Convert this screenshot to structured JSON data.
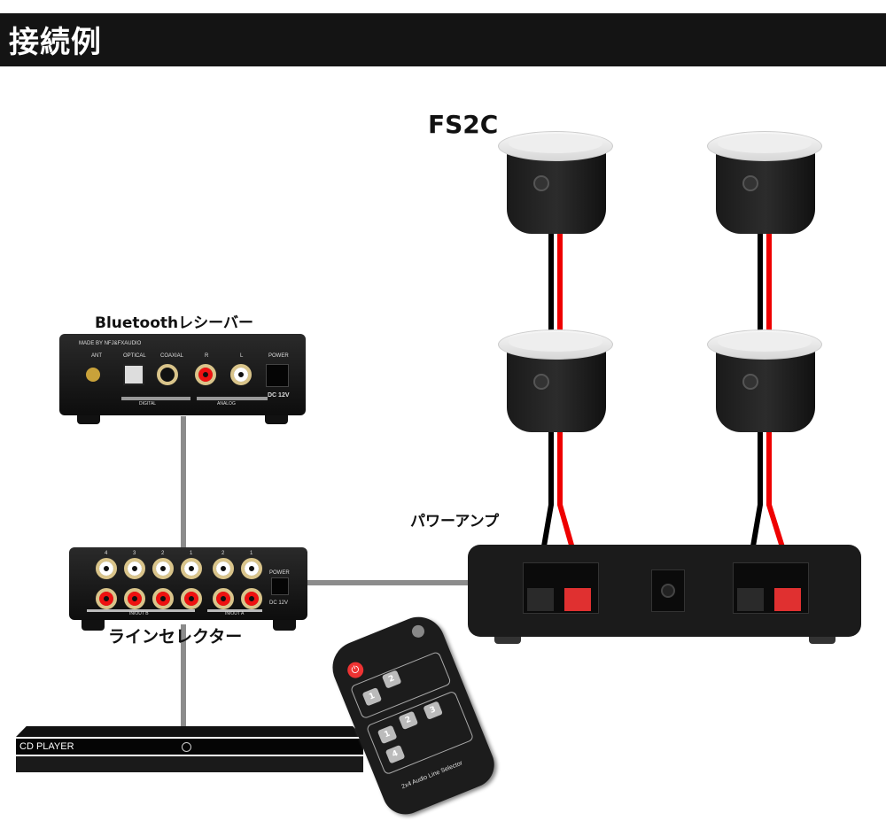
{
  "header": {
    "title": "接続例"
  },
  "labels": {
    "speaker_model": "FS2C",
    "bluetooth_receiver": "Bluetoothレシーバー",
    "power_amp": "パワーアンプ",
    "line_selector": "ラインセレクター"
  },
  "bluetooth_receiver": {
    "brand": "MADE BY NFJ&FXAUDIO",
    "ports": [
      "ANT",
      "OPTICAL",
      "COAXIAL",
      "R",
      "L",
      "POWER"
    ],
    "power_spec": "DC 12V",
    "groups": [
      "DIGITAL",
      "ANALOG"
    ]
  },
  "line_selector": {
    "top_numbers": [
      "4",
      "3",
      "2",
      "1",
      "2",
      "1"
    ],
    "power": "POWER",
    "power_spec": "DC 12V",
    "groups": [
      "IN/OUT B",
      "IN/OUT A"
    ]
  },
  "cd_player": {
    "label": "CD PLAYER"
  },
  "remote": {
    "keys_a": [
      "1",
      "2"
    ],
    "keys_b": [
      "1",
      "2",
      "3",
      "4"
    ],
    "model_text": "2x4 Audio Line Selector"
  },
  "colors": {
    "header_bg": "#141414",
    "cable_gray": "#8c8c8c",
    "wire_red": "#ee0000",
    "wire_black": "#000000"
  }
}
